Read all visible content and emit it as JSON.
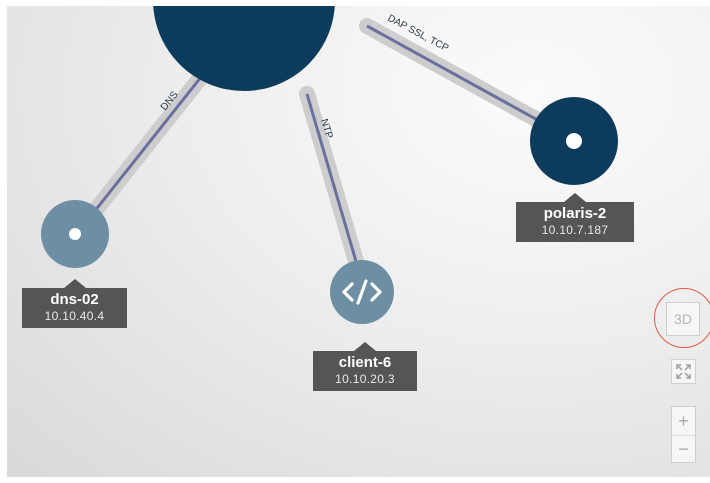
{
  "nodes": [
    {
      "name": "dns-02",
      "ip": "10.10.40.4",
      "icon": "dot-icon",
      "color": "#6d8ea3"
    },
    {
      "name": "client-6",
      "ip": "10.10.20.3",
      "icon": "code-icon",
      "color": "#6d8ea3"
    },
    {
      "name": "polaris-2",
      "ip": "10.10.7.187",
      "icon": "dot-icon",
      "color": "#0d3b5c"
    }
  ],
  "hub": {
    "color": "#0d3b5c"
  },
  "edges": [
    {
      "label": "DNS"
    },
    {
      "label": "NTP"
    },
    {
      "label": "DAP SSL, TCP"
    }
  ],
  "controls": {
    "view_3d_label": "3D",
    "fit_icon": "fit-screen-icon",
    "zoom_in_label": "+",
    "zoom_out_label": "−"
  },
  "colors": {
    "edge_core": "#6a6f9e",
    "edge_halo": "#c9c9c9",
    "label_bg": "#555555",
    "highlight": "#e05a47"
  }
}
